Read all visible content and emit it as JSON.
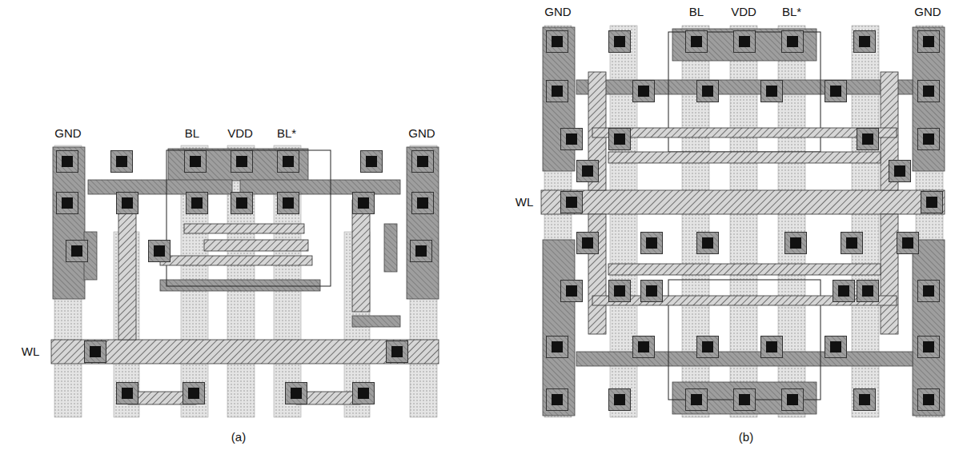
{
  "diagram": {
    "labels": [
      "GND",
      "BL",
      "VDD",
      "BL*",
      "GND",
      "WL",
      "(a)",
      "GND",
      "BL",
      "VDD",
      "BL*",
      "GND",
      "WL",
      "(b)"
    ]
  }
}
